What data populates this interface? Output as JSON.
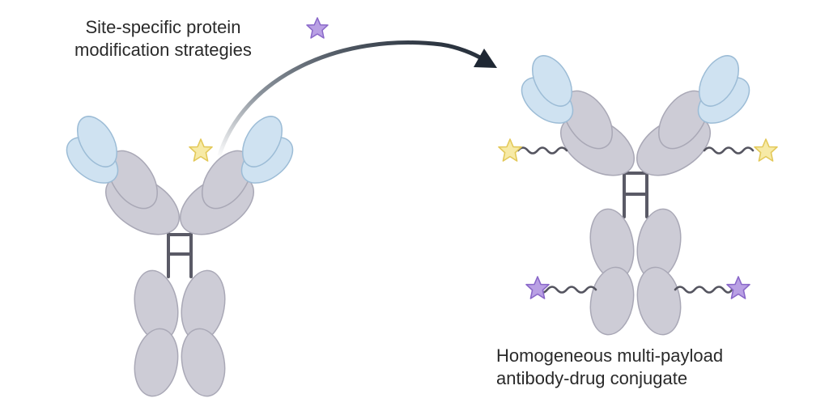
{
  "captions": {
    "top_line1": "Site-specific protein",
    "top_line2": "modification strategies",
    "bottom_line1": "Homogeneous multi-payload",
    "bottom_line2": "antibody-drug conjugate"
  },
  "colors": {
    "heavy_chain": "#cdccd6",
    "heavy_chain_stroke": "#a9a8b6",
    "variable_domain": "#cfe2f1",
    "variable_domain_stroke": "#9cbcd6",
    "hinge": "#5a5a66",
    "linker": "#555560",
    "payload_yellow": "#f7eaa6",
    "payload_yellow_stroke": "#e3c95a",
    "payload_purple": "#b9a0e4",
    "payload_purple_stroke": "#8a68c9",
    "arrow": "#1e2733"
  },
  "icons": {
    "reaction_arrow": "curved-arrow-icon",
    "legend_star": "purple-star-icon",
    "reagent_star": "yellow-star-icon"
  }
}
